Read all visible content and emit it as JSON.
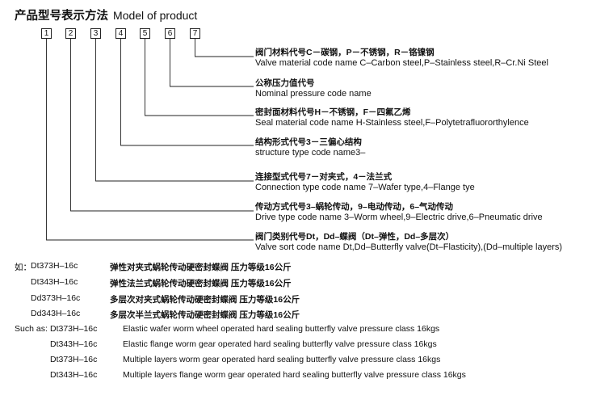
{
  "title": {
    "zh": "产品型号表示方法",
    "en": "Model of product"
  },
  "boxes": [
    "1",
    "2",
    "3",
    "4",
    "5",
    "6",
    "7"
  ],
  "descriptions": [
    {
      "zh": "阀门材料代号C－碳钢，P－不锈钢，R－铬镍钢",
      "en": "Valve material code name C–Carbon steel,P–Stainless steel,R–Cr.Ni Steel"
    },
    {
      "zh": "公称压力值代号",
      "en": "Nominal pressure code name"
    },
    {
      "zh": "密封面材料代号H－不锈钢，F－四氟乙烯",
      "en": "Seal material code name H-Stainless steel,F–Polytetrafluororthylence"
    },
    {
      "zh": "结构形式代号3－三偏心结构",
      "en": "structure type code name3–"
    },
    {
      "zh": "连接型式代号7－对夹式，4－法兰式",
      "en": "Connection type code name 7–Wafer type,4–Flange tye"
    },
    {
      "zh": "传动方式代号3–蜗轮传动，9–电动传动，6–气动传动",
      "en": "Drive type code name 3–Worm wheel,9–Electric drive,6–Pneumatic drive"
    },
    {
      "zh": "阀门类别代号Dt，Dd–蝶阀（Dt–弹性，Dd–多层次）",
      "en": "Valve sort code name Dt,Dd–Butterfly valve(Dt–Flasticity),(Dd–multiple layers)"
    }
  ],
  "examples_zh": {
    "prefix": "如：",
    "rows": [
      {
        "model": "Dt373H–16c",
        "desc": "弹性对夹式蜗轮传动硬密封蝶阀 压力等级16公斤"
      },
      {
        "model": "Dt343H–16c",
        "desc": "弹性法兰式蜗轮传动硬密封蝶阀 压力等级16公斤"
      },
      {
        "model": "Dd373H–16c",
        "desc": "多层次对夹式蜗轮传动硬密封蝶阀 压力等级16公斤"
      },
      {
        "model": "Dd343H–16c",
        "desc": "多层次半兰式蜗轮传动硬密封蝶阀 压力等级16公斤"
      }
    ]
  },
  "examples_en": {
    "prefix": "Such as:",
    "rows": [
      {
        "model": "Dt373H–16c",
        "desc": "Elastic wafer worm wheel operated hard sealing butterfly valve pressure class 16kgs"
      },
      {
        "model": "Dt343H–16c",
        "desc": "Elastic flange worm gear operated hard sealing butterfly valve pressure class 16kgs"
      },
      {
        "model": "Dt373H–16c",
        "desc": "Multiple layers worm gear operated hard sealing butterfly valve pressure class 16kgs"
      },
      {
        "model": "Dt343H–16c",
        "desc": "Multiple layers flange worm gear operated hard sealing butterfly valve pressure class 16kgs"
      }
    ]
  }
}
